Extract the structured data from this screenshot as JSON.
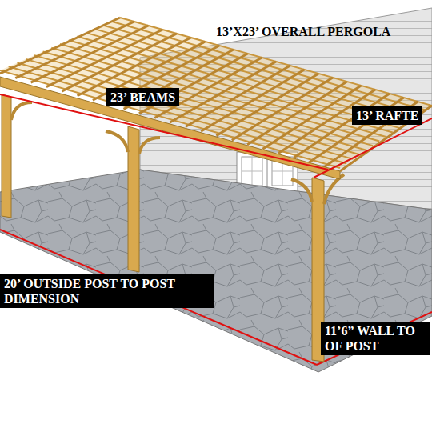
{
  "diagram": {
    "title": "13’X23’ OVERALL PERGOLA",
    "labels": [
      "23’ BEAMS",
      "13’ RAFTE",
      "20’ OUTSIDE POST TO POST DIMENSION",
      "11’6” WALL TO OF POST"
    ]
  }
}
